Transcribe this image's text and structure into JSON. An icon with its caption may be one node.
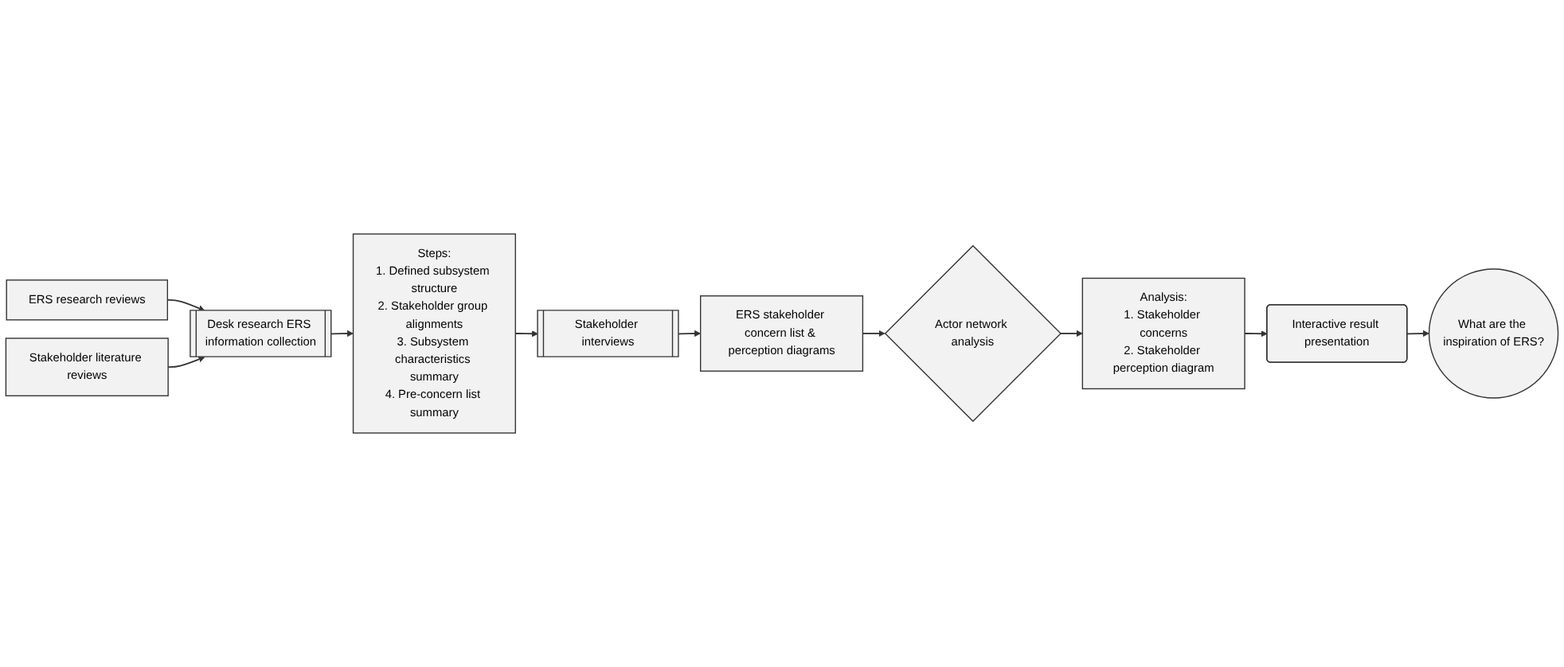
{
  "diagram": {
    "nodes": [
      {
        "text": [
          "ERS research reviews"
        ]
      },
      {
        "text": [
          "Stakeholder literature reviews"
        ]
      },
      {
        "text": [
          "Desk research ERS information collection"
        ]
      },
      {
        "text": [
          "Steps:",
          "1. Defined subsystem structure",
          "2. Stakeholder group alignments",
          "3. Subsystem characteristics summary",
          "4. Pre-concern list summary"
        ]
      },
      {
        "text": [
          "Stakeholder interviews"
        ]
      },
      {
        "text": [
          "ERS stakeholder concern list & perception diagrams"
        ]
      },
      {
        "text": [
          "Actor network analysis"
        ]
      },
      {
        "text": [
          "Analysis:",
          "1. Stakeholder concerns",
          "2. Stakeholder perception diagram"
        ]
      },
      {
        "text": [
          "Interactive result presentation"
        ]
      },
      {
        "text": [
          "What are the inspiration of ERS?"
        ]
      }
    ],
    "edges": [
      {
        "from": 0,
        "to": 2,
        "arrow": "to"
      },
      {
        "from": 1,
        "to": 2,
        "arrow": "to"
      },
      {
        "from": 2,
        "to": 3,
        "arrow": "to"
      },
      {
        "from": 3,
        "to": 4,
        "arrow": "to"
      },
      {
        "from": 4,
        "to": 5,
        "arrow": "to"
      },
      {
        "from": 5,
        "to": 6,
        "arrow": "to"
      },
      {
        "from": 6,
        "to": 7,
        "arrow": "to"
      },
      {
        "from": 7,
        "to": 8,
        "arrow": "to"
      },
      {
        "from": 8,
        "to": 9,
        "arrow": "to"
      }
    ]
  }
}
